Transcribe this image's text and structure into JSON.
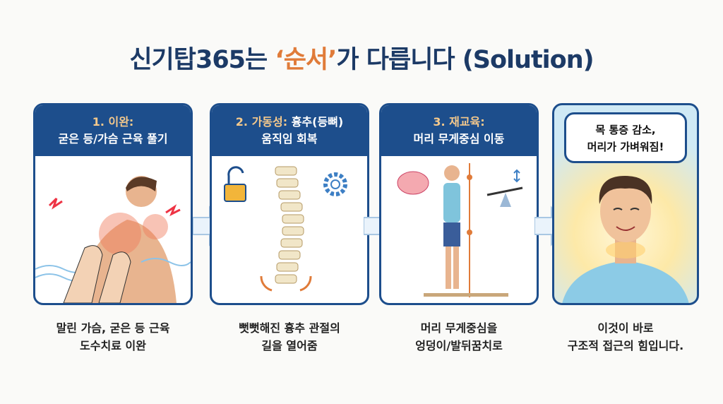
{
  "title": {
    "prefix": "신기탑365는 ",
    "highlight": "‘순서’",
    "suffix": "가 다릅니다 (Solution)"
  },
  "steps": [
    {
      "number": "1. 이완:",
      "label": "굳은 등/가슴 근육 풀기",
      "caption_line1": "말린 가슴, 굳은 등 근육",
      "caption_line2": "도수치료 이완"
    },
    {
      "number": "2. 가동성:",
      "number_rest": " 흉추(등뼈)",
      "label": "움직임 회복",
      "caption_line1": "뻣뻣해진 흉추 관절의",
      "caption_line2": "길을 열어줌"
    },
    {
      "number": "3. 재교육:",
      "label": "머리 무게중심 이동",
      "caption_line1": "머리 무게중심을",
      "caption_line2": "엉덩이/발뒤꿈치로"
    }
  ],
  "result": {
    "bubble_line1": "목 통증 감소,",
    "bubble_line2": "머리가 가벼워짐!",
    "caption_line1": "이것이 바로",
    "caption_line2": "구조적 접근의 힘입니다."
  },
  "colors": {
    "primary": "#1d4e8c",
    "accent": "#e07b39"
  }
}
